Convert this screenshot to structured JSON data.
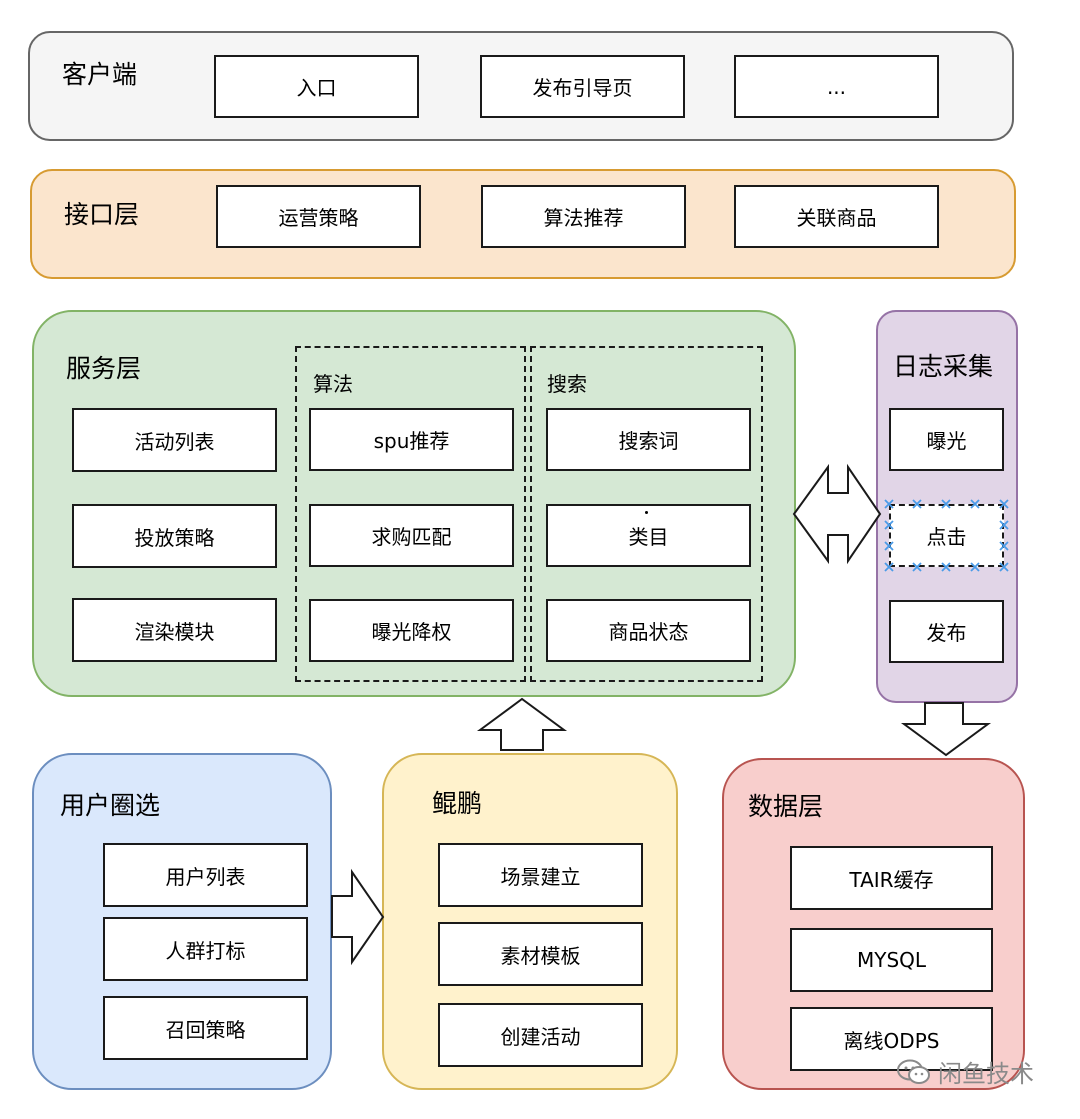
{
  "colors": {
    "client_fill": "#f5f5f5",
    "client_border": "#666666",
    "interface_fill": "#fbe5cd",
    "interface_border": "#d79b32",
    "service_fill": "#d5e8d4",
    "service_border": "#82b366",
    "log_fill": "#e1d5e7",
    "log_border": "#9673a6",
    "user_fill": "#dae8fc",
    "user_border": "#6c8ebf",
    "kunpeng_fill": "#fff2cc",
    "kunpeng_border": "#d6b656",
    "data_fill": "#f8cecc",
    "data_border": "#b85450",
    "selection_marker": "#4a9be8"
  },
  "client_layer": {
    "title": "客户端",
    "items": [
      "入口",
      "发布引导页",
      "..."
    ]
  },
  "interface_layer": {
    "title": "接口层",
    "items": [
      "运营策略",
      "算法推荐",
      "关联商品"
    ]
  },
  "service_layer": {
    "title": "服务层",
    "items": [
      "活动列表",
      "投放策略",
      "渲染模块"
    ],
    "algorithm": {
      "title": "算法",
      "items": [
        "spu推荐",
        "求购匹配",
        "曝光降权"
      ]
    },
    "search": {
      "title": "搜索",
      "items": [
        "搜索词",
        "类目",
        "商品状态"
      ]
    }
  },
  "log_layer": {
    "title": "日志采集",
    "items": [
      "曝光",
      "点击",
      "发布"
    ]
  },
  "user_layer": {
    "title": "用户圈选",
    "items": [
      "用户列表",
      "人群打标",
      "召回策略"
    ]
  },
  "kunpeng_layer": {
    "title": "鲲鹏",
    "items": [
      "场景建立",
      "素材模板",
      "创建活动"
    ]
  },
  "data_layer": {
    "title": "数据层",
    "items": [
      "TAIR缓存",
      "MYSQL",
      "离线ODPS"
    ]
  },
  "watermark": {
    "icon": "wechat-icon",
    "text": "闲鱼技术"
  }
}
